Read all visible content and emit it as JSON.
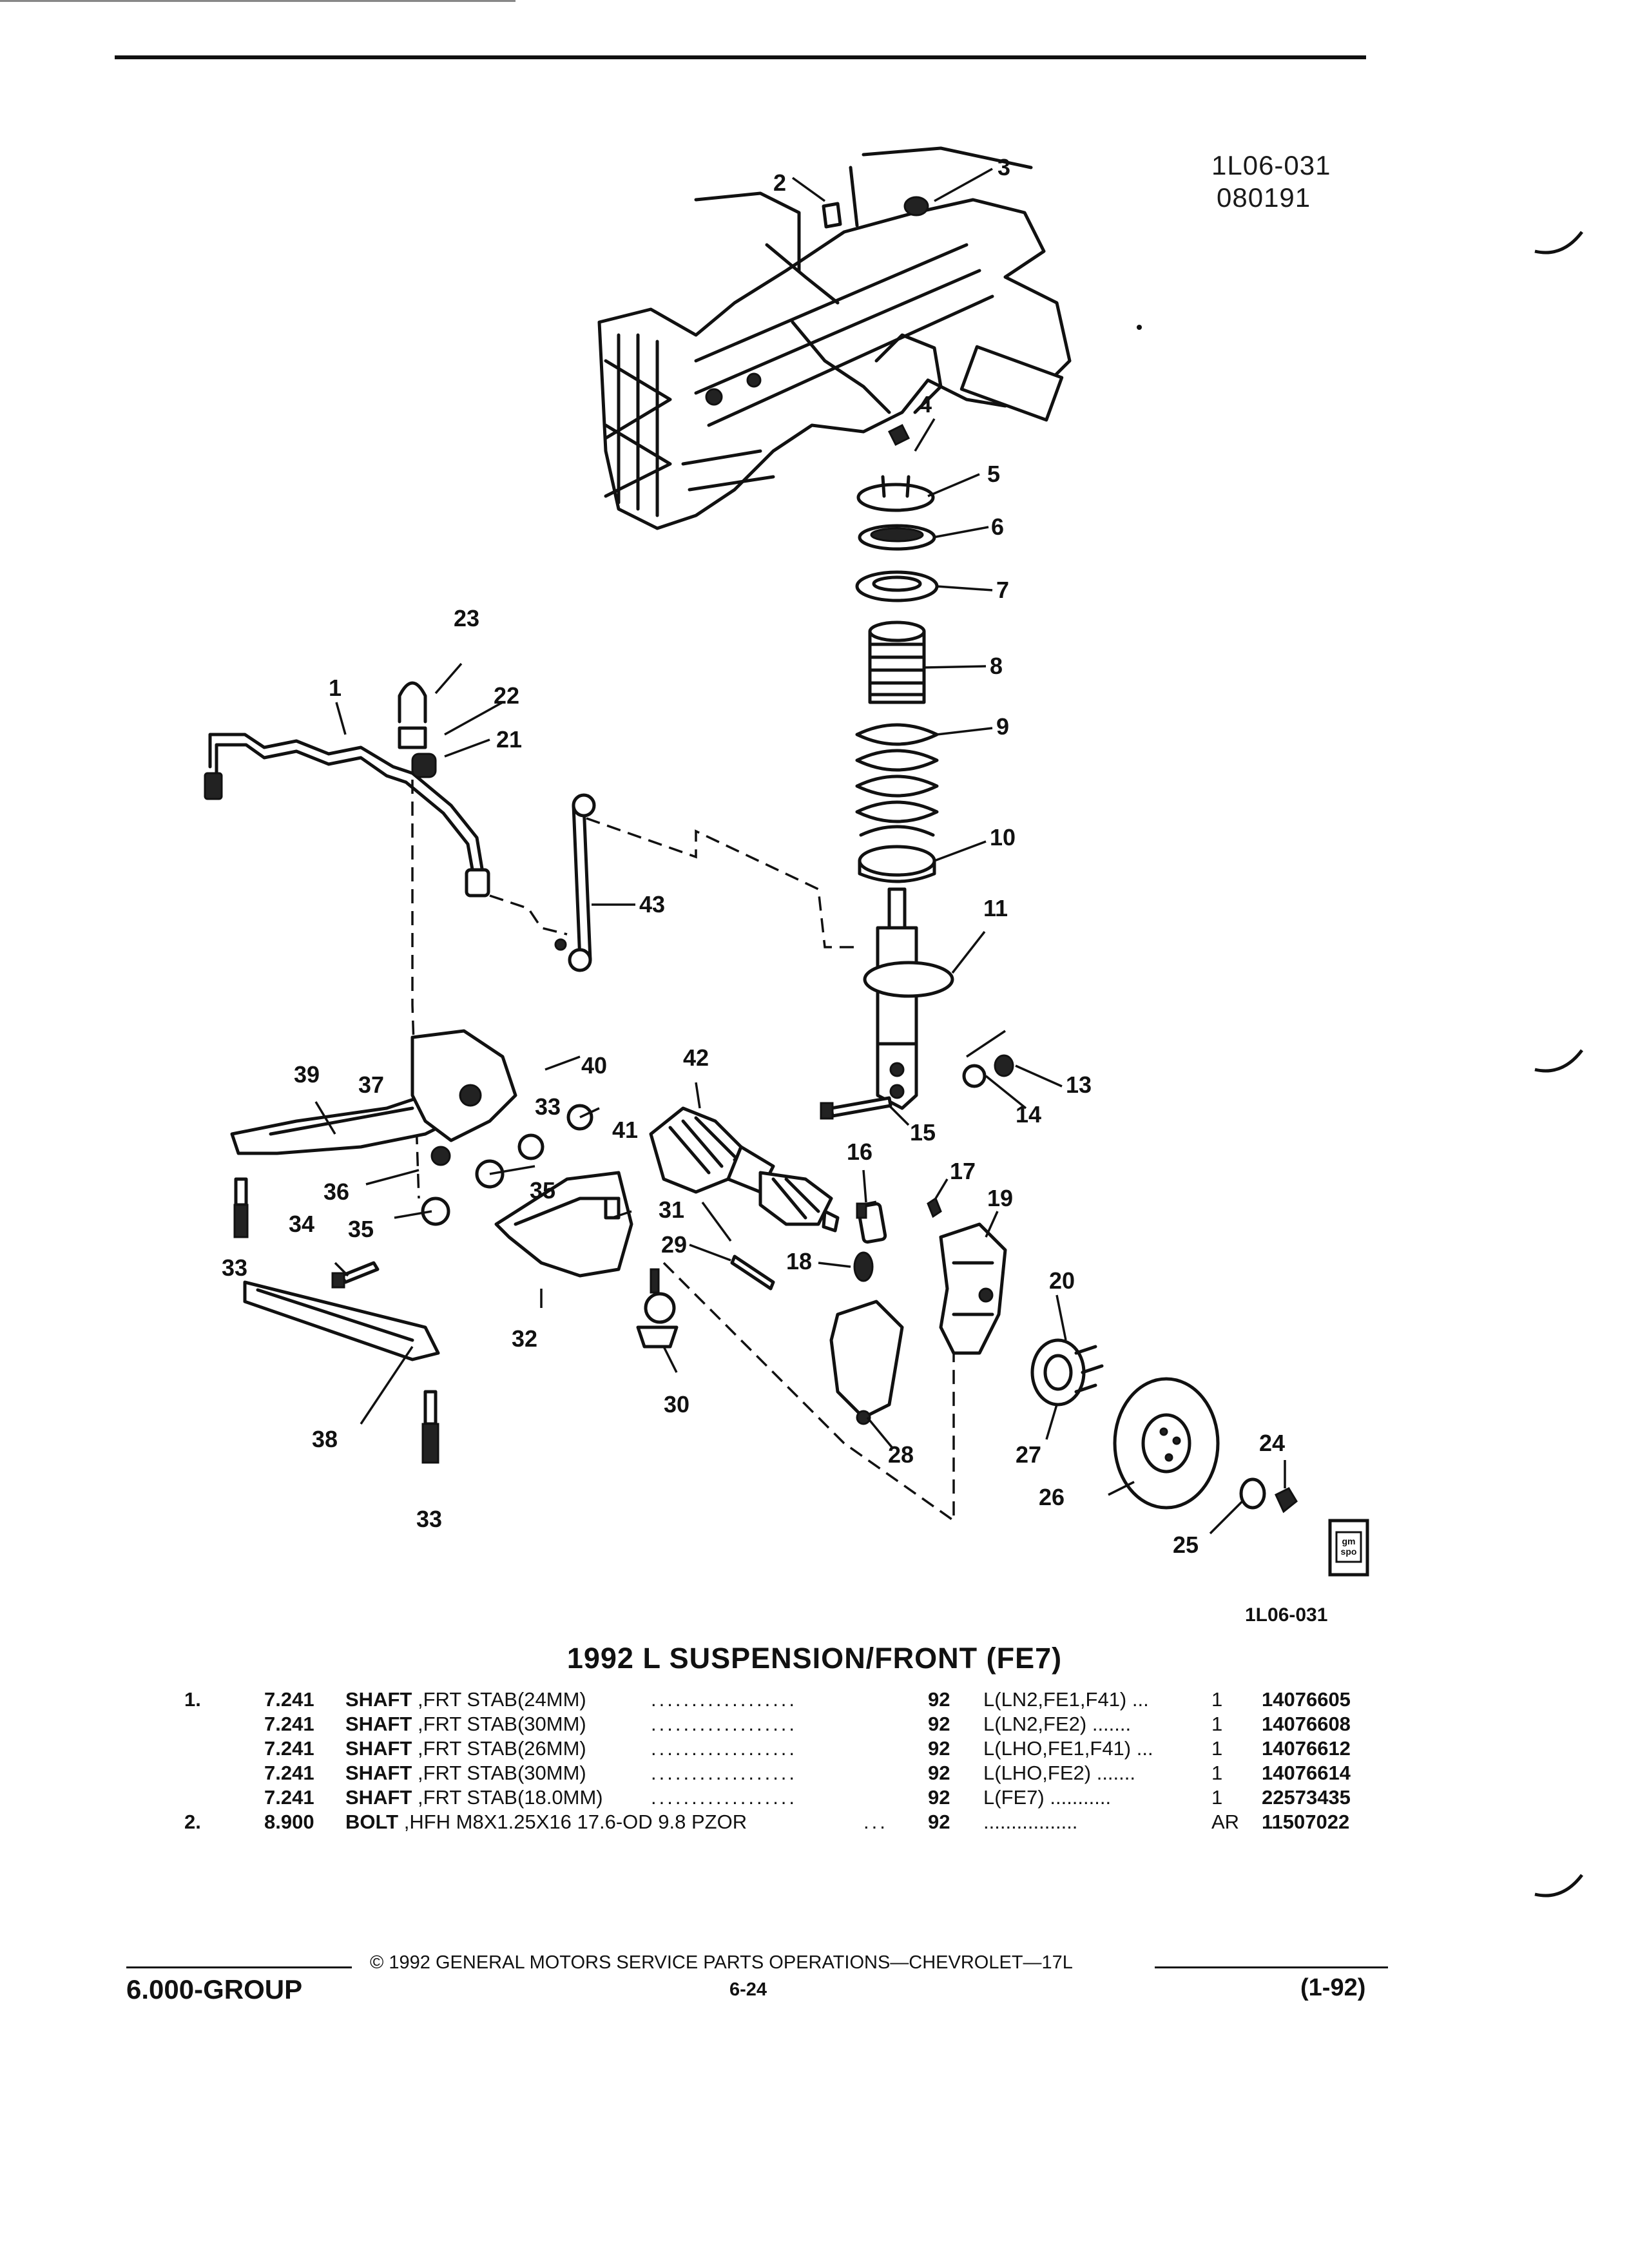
{
  "header": {
    "illustration_code": "1L06-031",
    "illustration_date": "080191"
  },
  "diagram": {
    "footer_code": "1L06-031",
    "callouts": [
      "1",
      "2",
      "3",
      "4",
      "5",
      "6",
      "7",
      "8",
      "9",
      "10",
      "11",
      "13",
      "14",
      "15",
      "16",
      "17",
      "18",
      "19",
      "20",
      "21",
      "22",
      "23",
      "24",
      "25",
      "26",
      "27",
      "28",
      "29",
      "30",
      "31",
      "32",
      "33",
      "34",
      "35",
      "36",
      "37",
      "38",
      "39",
      "40",
      "41",
      "42",
      "43"
    ],
    "gm_logo_text": "gm spo"
  },
  "section": {
    "title": "1992 L SUSPENSION/FRONT (FE7)"
  },
  "parts_list": [
    {
      "item": "1.",
      "group": "7.241",
      "name": "SHAFT",
      "spec": ",FRT STAB(24MM)",
      "leader": "..................",
      "year": "92",
      "application": "L(LN2,FE1,F41) ...",
      "qty": "1",
      "part_no": "14076605"
    },
    {
      "item": "",
      "group": "7.241",
      "name": "SHAFT",
      "spec": ",FRT STAB(30MM)",
      "leader": "..................",
      "year": "92",
      "application": "L(LN2,FE2) .......",
      "qty": "1",
      "part_no": "14076608"
    },
    {
      "item": "",
      "group": "7.241",
      "name": "SHAFT",
      "spec": ",FRT STAB(26MM)",
      "leader": "..................",
      "year": "92",
      "application": "L(LHO,FE1,F41) ...",
      "qty": "1",
      "part_no": "14076612"
    },
    {
      "item": "",
      "group": "7.241",
      "name": "SHAFT",
      "spec": ",FRT STAB(30MM)",
      "leader": "..................",
      "year": "92",
      "application": "L(LHO,FE2) .......",
      "qty": "1",
      "part_no": "14076614"
    },
    {
      "item": "",
      "group": "7.241",
      "name": "SHAFT",
      "spec": ",FRT STAB(18.0MM)",
      "leader": "..................",
      "year": "92",
      "application": "L(FE7) ...........",
      "qty": "1",
      "part_no": "22573435"
    },
    {
      "item": "2.",
      "group": "8.900",
      "name": "BOLT",
      "spec": ",HFH M8X1.25X16 17.6-OD 9.8 PZOR",
      "leader": "...",
      "year": "92",
      "application": ".................",
      "qty": "AR",
      "part_no": "11507022"
    }
  ],
  "footer": {
    "copyright": "© 1992 GENERAL MOTORS SERVICE PARTS OPERATIONS—CHEVROLET—17L",
    "group": "6.000-GROUP",
    "page": "6-24",
    "revision": "(1-92)"
  }
}
